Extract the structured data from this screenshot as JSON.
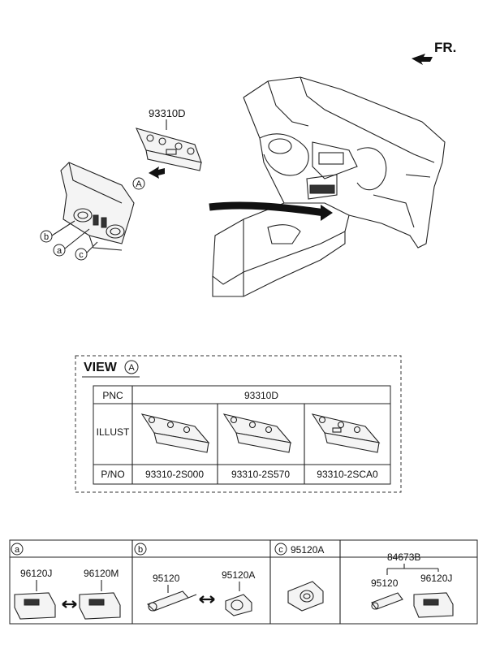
{
  "header": {
    "fr_label": "FR."
  },
  "main_assembly": {
    "part_label": "93310D",
    "callouts": {
      "view_ref": "A",
      "b": "b",
      "a": "a",
      "c": "c"
    }
  },
  "view_box": {
    "title_prefix": "VIEW",
    "title_ref": "A",
    "table": {
      "pnc_header": "PNC",
      "pnc_value": "93310D",
      "illust_header": "ILLUST",
      "pno_header": "P/NO",
      "part_numbers": [
        "93310-2S000",
        "93310-2S570",
        "93310-2SCA0"
      ]
    }
  },
  "bottom_table": {
    "sections": [
      {
        "tag": "a",
        "tag_label": "",
        "parts": [
          "96120J",
          "96120M"
        ]
      },
      {
        "tag": "b",
        "tag_label": "",
        "parts": [
          "95120",
          "95120A"
        ]
      },
      {
        "tag": "c",
        "tag_label": "95120A",
        "parts": []
      },
      {
        "tag": "",
        "tag_label": "",
        "group_label": "84673B",
        "parts": [
          "95120",
          "96120J"
        ]
      }
    ]
  },
  "icons": {
    "fr_arrow": "arrow-right-icon",
    "swap_arrow": "double-arrow-icon"
  }
}
